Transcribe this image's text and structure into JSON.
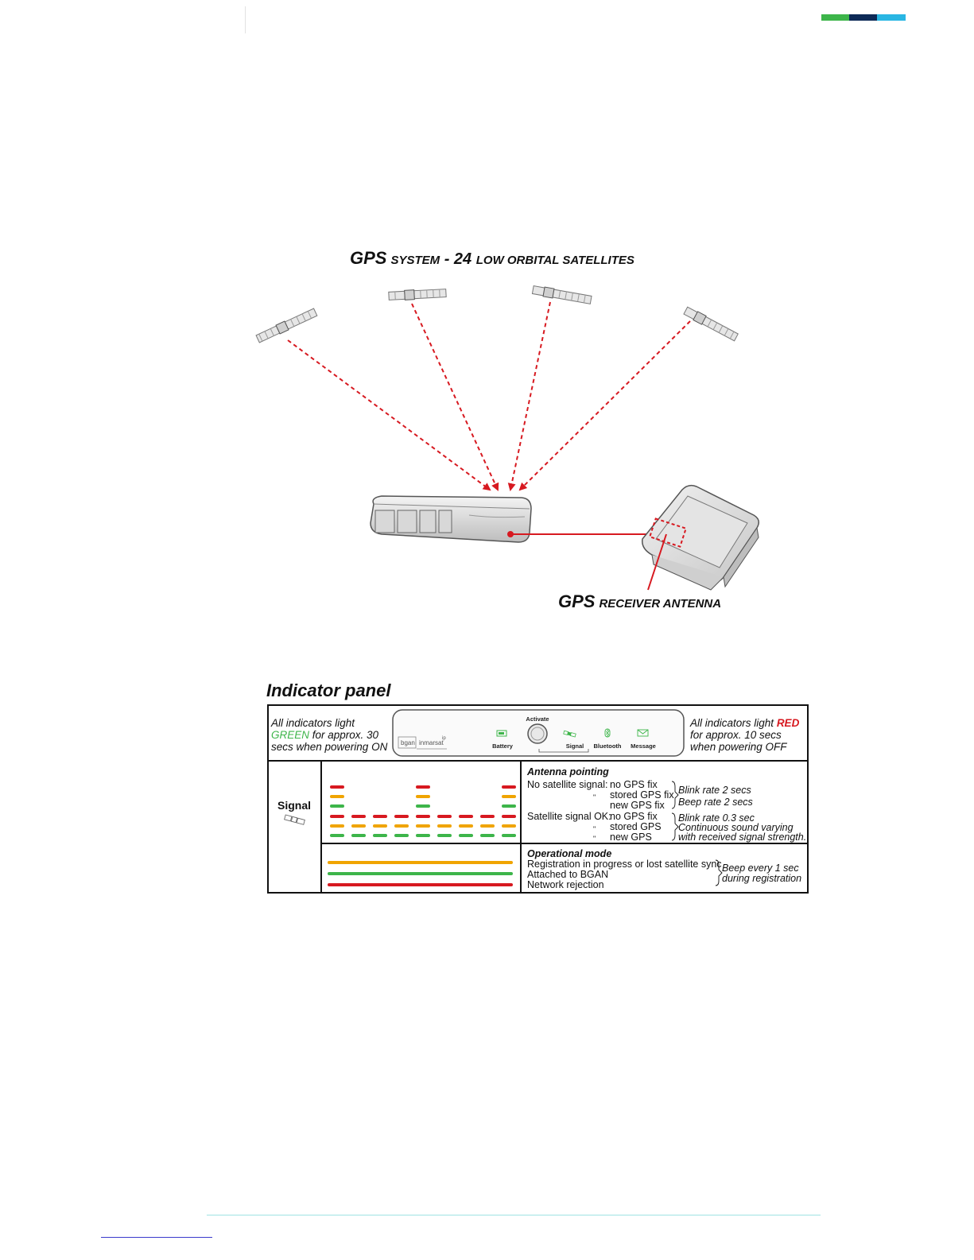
{
  "colors": {
    "brand_green": "#3db54a",
    "brand_navy": "#0d2a57",
    "brand_cyan": "#29b6e3",
    "signal_red": "#d71920",
    "signal_orange": "#f0a400",
    "signal_green": "#3db54a",
    "text_green": "#3db54a",
    "text_red": "#d71920"
  },
  "figure": {
    "title_main": "GPS",
    "title_small_1": "SYSTEM",
    "title_dash_num": " - 24 ",
    "title_small_2": "LOW ORBITAL SATELLITES",
    "antenna_label_main": "GPS",
    "antenna_label_small": "RECEIVER ANTENNA"
  },
  "panel": {
    "title": "Indicator panel",
    "left_note": {
      "line1": "All indicators light",
      "green_word": "GREEN",
      "line2_rest": " for approx. 30",
      "line3": "secs when powering ON"
    },
    "device": {
      "brand_bgan": "bgan",
      "brand_inmarsat": "inmarsat",
      "brand_ip": "ip",
      "activate": "Activate",
      "labels": [
        "Battery",
        "Signal",
        "Bluetooth",
        "Message"
      ]
    },
    "right_note": {
      "line1_prefix": "All indicators light ",
      "red_word": "RED",
      "line2": "for approx. 10 secs",
      "line3": "when powering OFF"
    },
    "signal_label": "Signal",
    "antenna": {
      "heading": "Antenna pointing",
      "no_sat": "No satellite signal:",
      "sat_ok": "Satellite signal OK:",
      "ditto": "\"",
      "states_a": [
        "no GPS fix",
        "stored GPS fix",
        "new GPS fix"
      ],
      "states_b": [
        "no GPS fix",
        "stored GPS",
        "new GPS"
      ],
      "blink_a": "Blink rate 2 secs",
      "beep_a": "Beep rate 2 secs",
      "blink_b": "Blink rate 0.3 sec",
      "cont_1": "Continuous sound varying",
      "cont_2": "with received signal strength."
    },
    "operational": {
      "heading": "Operational mode",
      "items": [
        "Registration in progress or lost satellite sync",
        "Attached to BGAN",
        "Network rejection"
      ],
      "beep_1": "Beep every 1 sec",
      "beep_2": "during registration"
    }
  }
}
